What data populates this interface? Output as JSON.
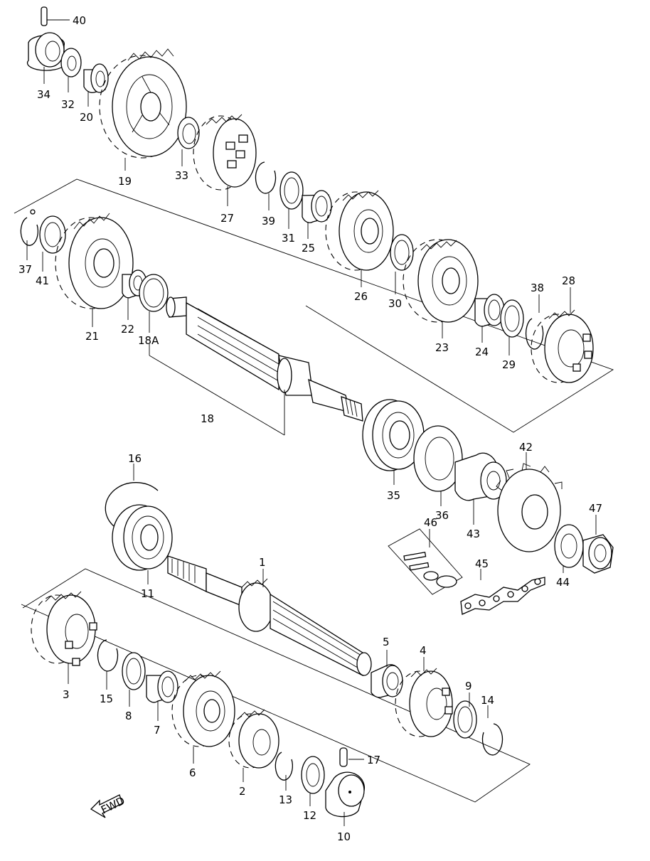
{
  "callouts": {
    "c1": "1",
    "c2": "2",
    "c3": "3",
    "c4": "4",
    "c5": "5",
    "c6": "6",
    "c7": "7",
    "c8": "8",
    "c9": "9",
    "c10": "10",
    "c11": "11",
    "c12": "12",
    "c13": "13",
    "c14": "14",
    "c15": "15",
    "c16": "16",
    "c17": "17",
    "c18": "18",
    "c18a": "18A",
    "c19": "19",
    "c20": "20",
    "c21": "21",
    "c22": "22",
    "c23": "23",
    "c24": "24",
    "c25": "25",
    "c26": "26",
    "c27": "27",
    "c28": "28",
    "c29": "29",
    "c30": "30",
    "c31": "31",
    "c32": "32",
    "c33": "33",
    "c34": "34",
    "c35": "35",
    "c36": "36",
    "c37": "37",
    "c38": "38",
    "c39": "39",
    "c40": "40",
    "c41": "41",
    "c42": "42",
    "c43": "43",
    "c44": "44",
    "c45": "45",
    "c46": "46",
    "c47": "47"
  },
  "direction_arrow": {
    "label": "FWD",
    "icon": "forward-arrow-icon"
  },
  "colors": {
    "line": "#000000",
    "background": "#ffffff"
  }
}
